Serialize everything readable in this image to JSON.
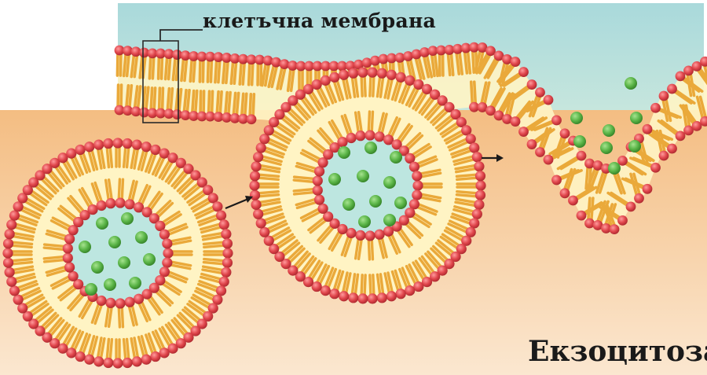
{
  "labels": {
    "membrane": "клетъчна мембрана",
    "process": "Екзоцитоза"
  },
  "colors": {
    "outside_medium": "#bfe3e2",
    "cytoplasm": "#f5c894",
    "lipid_head": "#e0464c",
    "lipid_tail": "#eaa93a",
    "membrane_core": "#fff4c4",
    "vesicle_lumen": "#bde6e0",
    "cargo": "#5bb548",
    "arrow": "#1a1a1a"
  },
  "icons": {
    "arrow_1": "right-arrow-icon",
    "arrow_2": "right-arrow-icon"
  },
  "stages": [
    "vesicle-in-cytoplasm",
    "vesicle-docking",
    "membrane-fusion-release"
  ]
}
